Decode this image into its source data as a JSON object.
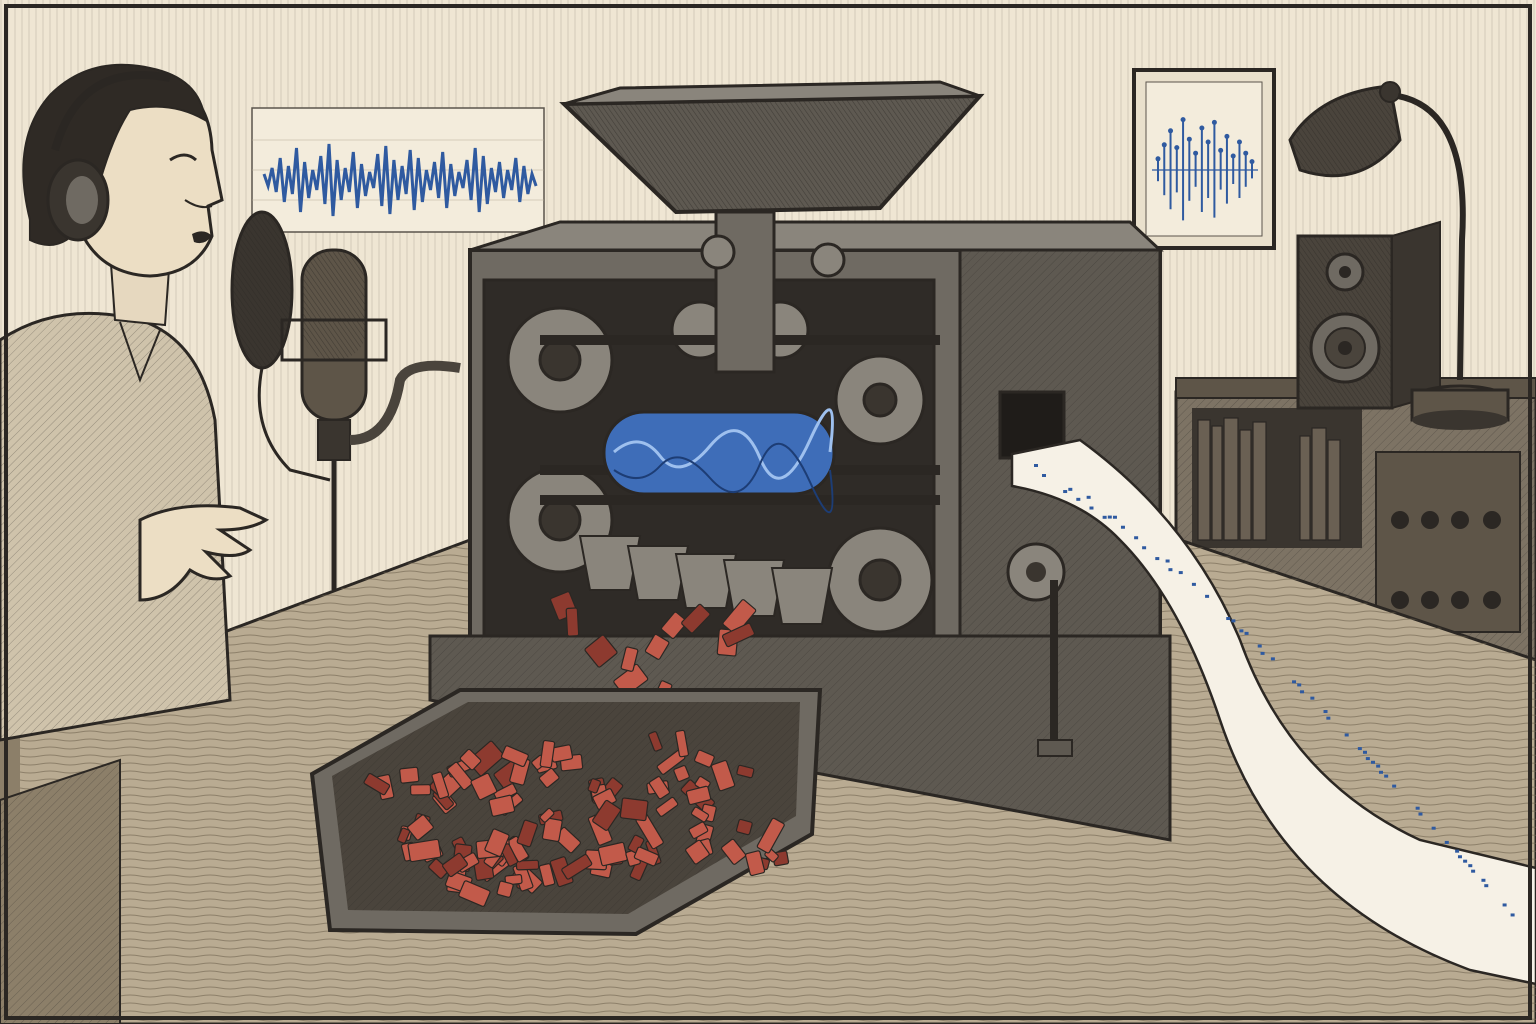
{
  "scene": {
    "style": "engraving-illustration",
    "palette": {
      "paper": "#efe6d3",
      "paper_dark": "#e2d6bd",
      "ink": "#2b2723",
      "ink_mid": "#5b554c",
      "metal": "#6f6a62",
      "metal_dark": "#3f3b36",
      "wood": "#b9ab92",
      "wood_dark": "#8c7f69",
      "wave_blue": "#2f5aa0",
      "roller_blue": "#3e6db8",
      "fragment_red": "#c25a4a",
      "fragment_dark": "#8d3a2f"
    },
    "elements": [
      {
        "name": "singer-with-headphones",
        "icon": "person-icon"
      },
      {
        "name": "studio-microphone",
        "icon": "microphone-icon"
      },
      {
        "name": "waveform-poster",
        "icon": "waveform-icon"
      },
      {
        "name": "framed-waveform-picture",
        "icon": "waveform-icon"
      },
      {
        "name": "shredding-machine",
        "icon": "gear-icon"
      },
      {
        "name": "hopper-funnel",
        "icon": "funnel-icon"
      },
      {
        "name": "blue-waveform-roller",
        "icon": "roller-icon"
      },
      {
        "name": "red-fragments-tray",
        "icon": "tray-icon"
      },
      {
        "name": "punched-paper-tape",
        "icon": "tape-icon"
      },
      {
        "name": "desk-lamp",
        "icon": "lamp-icon"
      },
      {
        "name": "loudspeaker",
        "icon": "speaker-icon"
      },
      {
        "name": "bookshelf-cabinet",
        "icon": "shelf-icon"
      },
      {
        "name": "wooden-desk",
        "icon": "desk-icon"
      }
    ],
    "waveform_amplitudes": [
      0.15,
      0.3,
      0.55,
      0.35,
      0.8,
      0.45,
      0.25,
      0.6,
      0.9,
      0.5,
      0.3,
      0.7,
      0.4,
      0.2,
      0.65,
      0.85,
      0.5,
      0.35,
      0.75,
      0.55,
      0.25,
      0.45,
      0.7,
      0.4,
      0.2,
      0.5,
      0.8,
      0.6,
      0.3,
      0.45,
      0.25,
      0.55,
      0.35,
      0.15
    ],
    "frame_wave_amplitudes": [
      0.2,
      0.45,
      0.7,
      0.4,
      0.9,
      0.55,
      0.3,
      0.75,
      0.5,
      0.85,
      0.35,
      0.6,
      0.25,
      0.5,
      0.3,
      0.15
    ]
  }
}
